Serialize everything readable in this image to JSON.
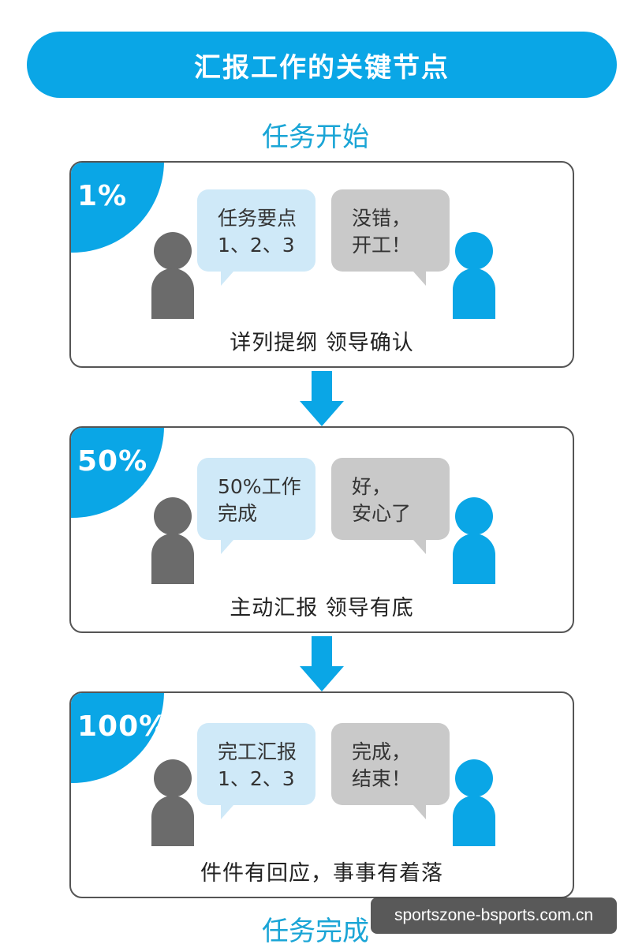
{
  "title": "汇报工作的关键节点",
  "start_label": "任务开始",
  "end_label": "任务完成",
  "colors": {
    "accent": "#0aa6e6",
    "left_bubble": "#cfe9f8",
    "right_bubble": "#c9c9c9",
    "person_left": "#6b6b6b",
    "person_right": "#0aa6e6"
  },
  "stages": [
    {
      "percent": "1%",
      "left_bubble": [
        "任务要点",
        "1、2、3"
      ],
      "right_bubble": [
        "没错，",
        "开工！"
      ],
      "caption": "详列提纲 领导确认"
    },
    {
      "percent": "50%",
      "left_bubble": [
        "50%工作",
        "完成"
      ],
      "right_bubble": [
        "好，",
        "安心了"
      ],
      "caption": "主动汇报 领导有底"
    },
    {
      "percent": "100%",
      "left_bubble": [
        "完工汇报",
        "1、2、3"
      ],
      "right_bubble": [
        "完成，",
        "结束！"
      ],
      "caption": "件件有回应，事事有着落"
    }
  ],
  "watermark": "sportszone-bsports.com.cn"
}
